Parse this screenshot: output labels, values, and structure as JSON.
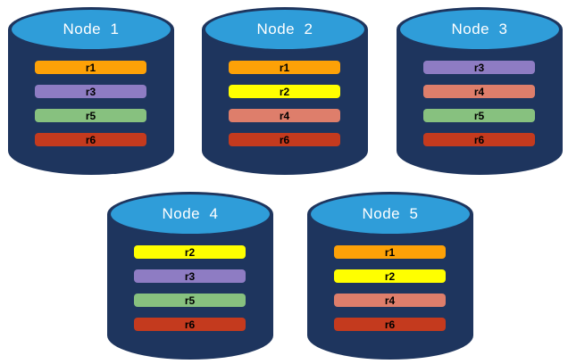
{
  "diagram": {
    "description": "Five database nodes with replica placement",
    "background_color": "#FFFFFF",
    "cylinder_body_color": "#1E355E",
    "cylinder_top_color": "#2F9DD9",
    "title_text_color": "#FFFFFF",
    "bar_text_color": "#000000",
    "replica_colors": {
      "r1": "#FDA107",
      "r2": "#FFFF00",
      "r3": "#8E7CC3",
      "r4": "#DE7E6B",
      "r5": "#87C17F",
      "r6": "#C43A1E"
    },
    "nodes": [
      {
        "label": "Node  1",
        "replicas": [
          "r1",
          "r3",
          "r5",
          "r6"
        ]
      },
      {
        "label": "Node  2",
        "replicas": [
          "r1",
          "r2",
          "r4",
          "r6"
        ]
      },
      {
        "label": "Node  3",
        "replicas": [
          "r3",
          "r4",
          "r5",
          "r6"
        ]
      },
      {
        "label": "Node  4",
        "replicas": [
          "r2",
          "r3",
          "r5",
          "r6"
        ]
      },
      {
        "label": "Node  5",
        "replicas": [
          "r1",
          "r2",
          "r4",
          "r6"
        ]
      }
    ]
  }
}
